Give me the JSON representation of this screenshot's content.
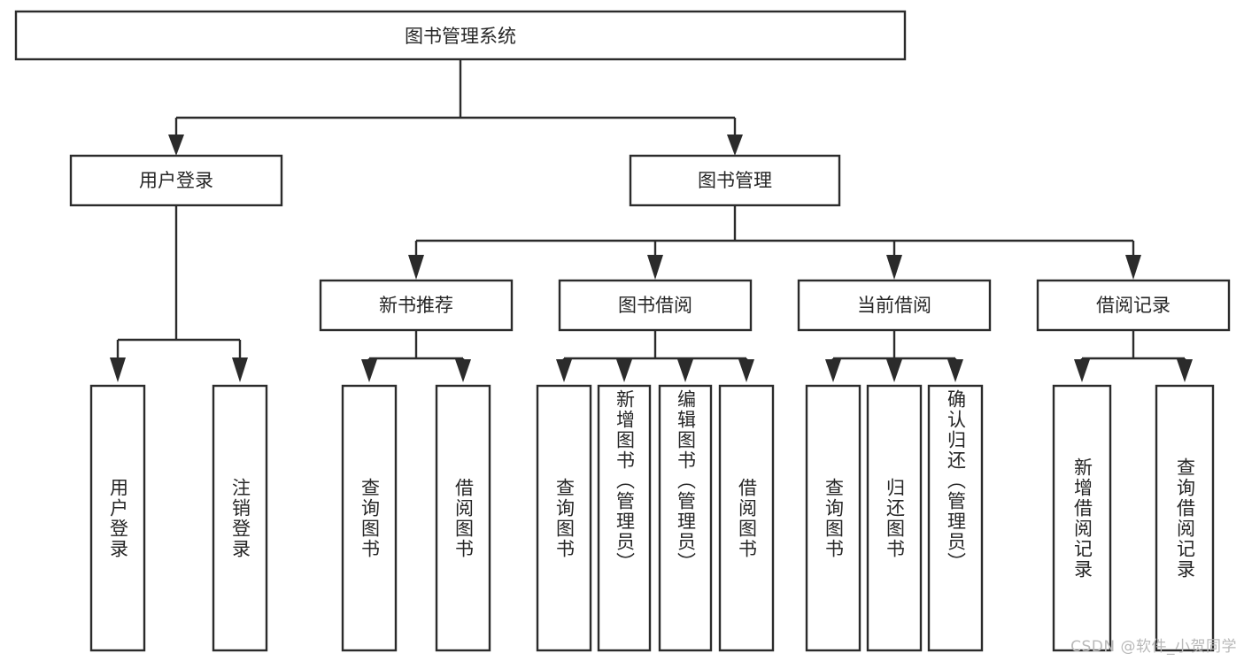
{
  "diagram": {
    "type": "tree",
    "title": "图书管理系统",
    "orientation": "top-down",
    "colors": {
      "stroke": "#2b2b2b",
      "box_fill": "#ffffff",
      "text": "#262626",
      "background": "#ffffff",
      "watermark": "#b9b9b9"
    },
    "levels": {
      "root": {
        "label": "图书管理系统"
      },
      "level2": [
        {
          "label": "用户登录"
        },
        {
          "label": "图书管理"
        }
      ],
      "level3": [
        {
          "label": "新书推荐"
        },
        {
          "label": "图书借阅"
        },
        {
          "label": "当前借阅"
        },
        {
          "label": "借阅记录"
        }
      ],
      "leaves_user_login": [
        {
          "label": "用户登录"
        },
        {
          "label": "注销登录"
        }
      ],
      "leaves_new_book": [
        {
          "label": "查询图书"
        },
        {
          "label": "借阅图书"
        }
      ],
      "leaves_borrow": [
        {
          "label": "查询图书"
        },
        {
          "label": "新增图书（管理员）"
        },
        {
          "label": "编辑图书（管理员）"
        },
        {
          "label": "借阅图书"
        }
      ],
      "leaves_current": [
        {
          "label": "查询图书"
        },
        {
          "label": "归还图书"
        },
        {
          "label": "确认归还（管理员）"
        }
      ],
      "leaves_records": [
        {
          "label": "新增借阅记录"
        },
        {
          "label": "查询借阅记录"
        }
      ]
    }
  },
  "watermark": {
    "text": "CSDN @软件_小贺同学"
  }
}
